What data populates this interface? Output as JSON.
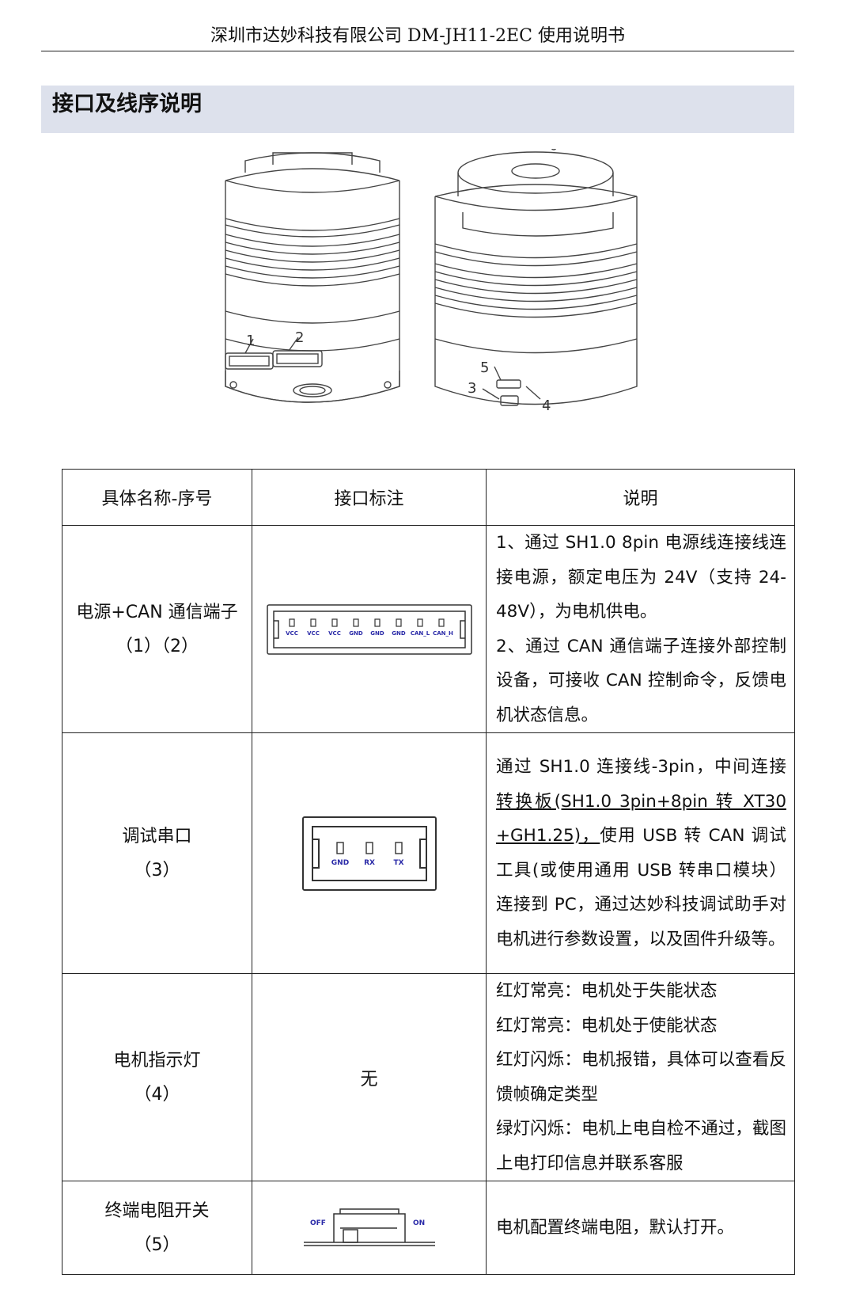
{
  "header": {
    "text": "深圳市达妙科技有限公司 DM-JH11-2EC 使用说明书"
  },
  "section": {
    "title": "接口及线序说明"
  },
  "figure": {
    "labels": [
      "1",
      "2",
      "3",
      "4",
      "5"
    ]
  },
  "table": {
    "headers": [
      "具体名称-序号",
      "接口标注",
      "说明"
    ],
    "rows": [
      {
        "name": "电源+CAN 通信端子",
        "num": "（1）（2）",
        "pins": [
          "VCC",
          "VCC",
          "VCC",
          "GND",
          "GND",
          "GND",
          "CAN_L",
          "CAN_H"
        ],
        "desc": [
          "1、通过 SH1.0 8pin 电源线连接线连接电源，额定电压为 24V（支持 24-48V），为电机供电。",
          "2、通过 CAN 通信端子连接外部控制设备，可接收 CAN 控制命令，反馈电机状态信息。"
        ]
      },
      {
        "name": "调试串口",
        "num": "（3）",
        "pins": [
          "GND",
          "RX",
          "TX"
        ],
        "desc_a": "通过 SH1.0 连接线-3pin，中间连接",
        "desc_u": "转换板(SH1.0 3pin+8pin 转 XT30 +GH1.25)，",
        "desc_b": "使用 USB 转 CAN 调试工具(或使用通用 USB 转串口模块）连接到 PC，通过达妙科技调试助手对电机进行参数设置，以及固件升级等。"
      },
      {
        "name": "电机指示灯",
        "num": "（4）",
        "none": "无",
        "desc": [
          "红灯常亮：电机处于失能状态",
          "红灯常亮：电机处于使能状态",
          "红灯闪烁：电机报错，具体可以查看反馈帧确定类型",
          "绿灯闪烁：电机上电自检不通过，截图上电打印信息并联系客服"
        ]
      },
      {
        "name": "终端电阻开关",
        "num": "（5）",
        "switch": {
          "off": "OFF",
          "on": "ON"
        },
        "desc": [
          "电机配置终端电阻，默认打开。"
        ]
      }
    ]
  }
}
